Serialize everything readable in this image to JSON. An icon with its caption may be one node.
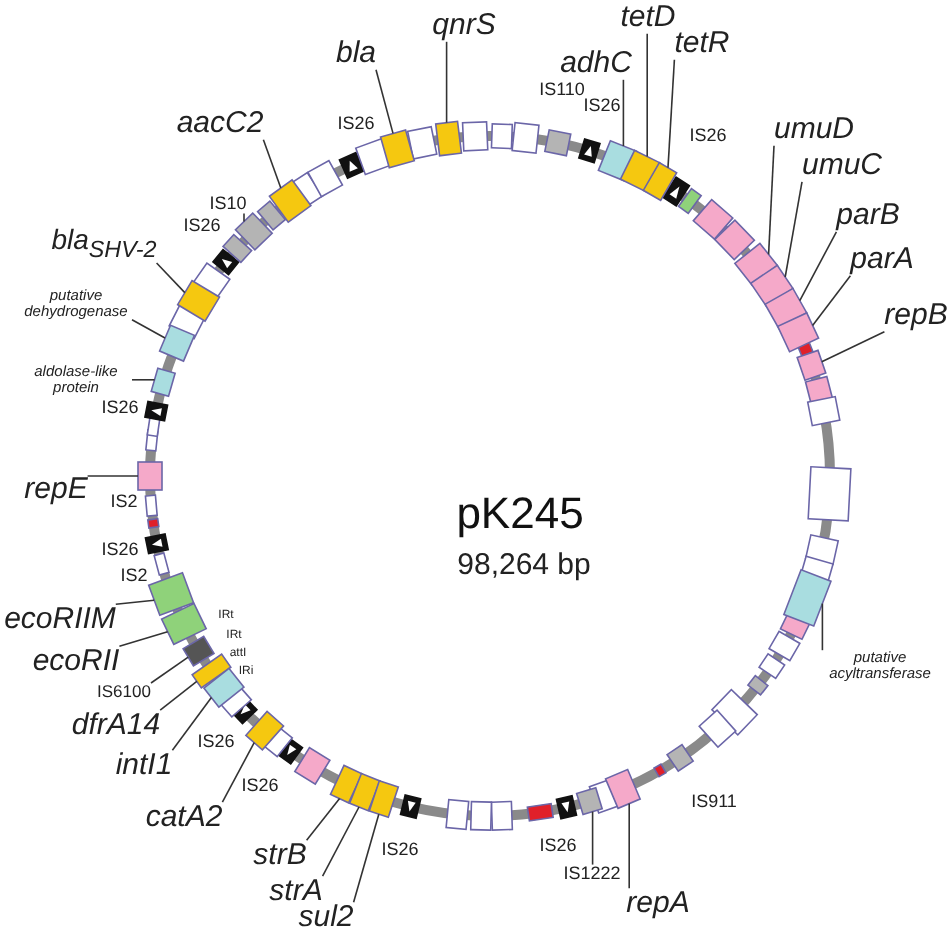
{
  "diagram": {
    "title": "pK245",
    "nodes": [
      {
        "text": [
          "bla"
        ]
      },
      {
        "text": [
          "qnrS"
        ]
      },
      {
        "text": [
          "aacC2"
        ]
      },
      {
        "text": [
          "IS10"
        ]
      },
      {
        "text": [
          "bla$_{SHV-2}$"
        ]
      },
      {
        "text": [
          "putative dehydrogenase"
        ]
      },
      {
        "text": [
          "aldolase-like protein"
        ]
      },
      {
        "text": [
          "adhC"
        ]
      },
      {
        "text": [
          "tetD"
        ]
      },
      {
        "text": [
          "tetR"
        ]
      },
      {
        "text": [
          "umuD"
        ]
      },
      {
        "text": [
          "umuC"
        ]
      },
      {
        "text": [
          "parB"
        ]
      },
      {
        "text": [
          "parA"
        ]
      },
      {
        "text": [
          "repB"
        ]
      },
      {
        "text": [
          "repE"
        ]
      },
      {
        "text": [
          "ecoRIIM"
        ]
      },
      {
        "text": [
          "ecoRII"
        ]
      },
      {
        "text": [
          "IS6100"
        ]
      },
      {
        "text": [
          "dfrA14"
        ]
      },
      {
        "text": [
          "intI1"
        ]
      },
      {
        "text": [
          "catA2"
        ]
      },
      {
        "text": [
          "strB"
        ]
      },
      {
        "text": [
          "strA"
        ]
      },
      {
        "text": [
          "sul2"
        ]
      },
      {
        "text": [
          "IS1222"
        ]
      },
      {
        "text": [
          "repA"
        ]
      },
      {
        "text": [
          "putative acyltransferase"
        ]
      },
      {
        "text": [],
        "shape": "box"
      },
      {
        "text": [],
        "shape": "box"
      },
      {
        "text": [],
        "shape": "box"
      },
      {
        "text": [],
        "shape": "box"
      },
      {
        "text": [],
        "shape": "box"
      },
      {
        "text": [],
        "shape": "box"
      },
      {
        "text": [],
        "shape": "box"
      },
      {
        "text": [],
        "shape": "box"
      },
      {
        "text": [],
        "shape": "box"
      },
      {
        "text": [],
        "shape": "box"
      },
      {
        "text": [],
        "shape": "box"
      },
      {
        "text": [],
        "shape": "box"
      },
      {
        "text": [],
        "shape": "box"
      },
      {
        "text": [],
        "shape": "box"
      },
      {
        "text": [],
        "shape": "box"
      },
      {
        "text": [],
        "shape": "box"
      },
      {
        "text": [],
        "shape": "box"
      },
      {
        "text": [],
        "shape": "box"
      },
      {
        "text": [],
        "shape": "box"
      },
      {
        "text": [],
        "shape": "box"
      },
      {
        "text": [],
        "shape": "box"
      },
      {
        "text": [],
        "shape": "box"
      },
      {
        "text": [],
        "shape": "box"
      },
      {
        "text": [],
        "shape": "box"
      },
      {
        "text": [],
        "shape": "box"
      },
      {
        "text": [],
        "shape": "box"
      },
      {
        "text": [],
        "shape": "box"
      },
      {
        "text": [],
        "shape": "box"
      },
      {
        "text": [],
        "shape": "box"
      },
      {
        "text": [],
        "shape": "box"
      },
      {
        "text": [],
        "shape": "box"
      },
      {
        "text": [],
        "shape": "box"
      },
      {
        "text": [],
        "shape": "box"
      },
      {
        "text": [],
        "shape": "box"
      },
      {
        "text": [],
        "shape": "box"
      },
      {
        "text": [],
        "shape": "box"
      },
      {
        "text": [],
        "shape": "box"
      },
      {
        "text": [],
        "shape": "box"
      },
      {
        "text": [],
        "shape": "box"
      },
      {
        "text": [],
        "shape": "box"
      },
      {
        "text": [],
        "shape": "box"
      },
      {
        "text": [],
        "shape": "box"
      },
      {
        "text": [],
        "shape": "box"
      },
      {
        "text": [],
        "shape": "box"
      },
      {
        "text": [],
        "shape": "box"
      },
      {
        "text": [],
        "shape": "box"
      },
      {
        "text": [],
        "shape": "box"
      },
      {
        "text": [],
        "shape": "box"
      },
      {
        "text": [],
        "shape": "box"
      },
      {
        "text": [],
        "shape": "box"
      },
      {
        "text": [],
        "shape": "box"
      },
      {
        "text": [],
        "shape": "box"
      },
      {
        "text": [],
        "shape": "box"
      },
      {
        "text": [],
        "shape": "box"
      },
      {
        "text": [],
        "shape": "box"
      },
      {
        "text": [],
        "shape": "box"
      },
      {
        "text": [],
        "shape": "box"
      },
      {
        "text": [],
        "shape": "box"
      },
      {
        "text": [],
        "shape": "box"
      },
      {
        "text": [],
        "shape": "box"
      },
      {
        "text": [],
        "shape": "box"
      },
      {
        "text": [],
        "shape": "box"
      },
      {
        "text": [],
        "shape": "box"
      },
      {
        "text": [],
        "shape": "box"
      },
      {
        "text": [],
        "shape": "box"
      },
      {
        "text": [],
        "shape": "box"
      },
      {
        "text": [],
        "shape": "box"
      },
      {
        "text": [],
        "shape": "box"
      },
      {
        "text": [],
        "shape": "box"
      },
      {
        "text": [],
        "shape": "box"
      },
      {
        "text": [],
        "shape": "box"
      },
      {
        "text": [],
        "shape": "box"
      },
      {
        "text": [],
        "shape": "box"
      },
      {
        "text": [],
        "shape": "box"
      },
      {
        "text": [],
        "shape": "box"
      },
      {
        "text": [],
        "shape": "box"
      },
      {
        "text": [],
        "shape": "box"
      },
      {
        "text": [],
        "shape": "box"
      },
      {
        "text": [],
        "shape": "box"
      },
      {
        "text": [],
        "shape": "box"
      }
    ],
    "edges": [
      {
        "from": 0,
        "to": 28,
        "arrow": "none"
      },
      {
        "from": 1,
        "to": 29,
        "arrow": "none"
      },
      {
        "from": 2,
        "to": 30,
        "arrow": "none"
      },
      {
        "from": 3,
        "to": 31,
        "arrow": "none"
      },
      {
        "from": 4,
        "to": 32,
        "arrow": "none"
      },
      {
        "from": 5,
        "to": 33,
        "arrow": "none"
      },
      {
        "from": 6,
        "to": 34,
        "arrow": "none"
      },
      {
        "from": 7,
        "to": 35,
        "arrow": "none"
      },
      {
        "from": 8,
        "to": 36,
        "arrow": "none"
      },
      {
        "from": 9,
        "to": 37,
        "arrow": "none"
      },
      {
        "from": 10,
        "to": 38,
        "arrow": "none"
      },
      {
        "from": 11,
        "to": 39,
        "arrow": "none"
      },
      {
        "from": 12,
        "to": 40,
        "arrow": "none"
      },
      {
        "from": 13,
        "to": 41,
        "arrow": "none"
      },
      {
        "from": 14,
        "to": 42,
        "arrow": "none"
      },
      {
        "from": 15,
        "to": 43,
        "arrow": "none"
      },
      {
        "from": 16,
        "to": 44,
        "arrow": "none"
      },
      {
        "from": 17,
        "to": 45,
        "arrow": "none"
      },
      {
        "from": 18,
        "to": 46,
        "arrow": "none"
      },
      {
        "from": 19,
        "to": 47,
        "arrow": "none"
      },
      {
        "from": 20,
        "to": 48,
        "arrow": "none"
      },
      {
        "from": 21,
        "to": 49,
        "arrow": "none"
      },
      {
        "from": 22,
        "to": 50,
        "arrow": "none"
      },
      {
        "from": 23,
        "to": 51,
        "arrow": "none"
      },
      {
        "from": 24,
        "to": 52,
        "arrow": "none"
      },
      {
        "from": 25,
        "to": 53,
        "arrow": "none"
      },
      {
        "from": 26,
        "to": 54,
        "arrow": "none"
      },
      {
        "from": 27,
        "to": 55,
        "arrow": "none"
      }
    ],
    "labels": [
      "IS26",
      "IS110",
      "IS26",
      "IS26",
      "IS26",
      "IS26",
      "IS2",
      "IS26",
      "IS2",
      "IRt",
      "IRt",
      "attI",
      "IRi",
      "IS26",
      "IS26",
      "IS26",
      "IS26",
      "IS911",
      "98,264 bp"
    ]
  }
}
